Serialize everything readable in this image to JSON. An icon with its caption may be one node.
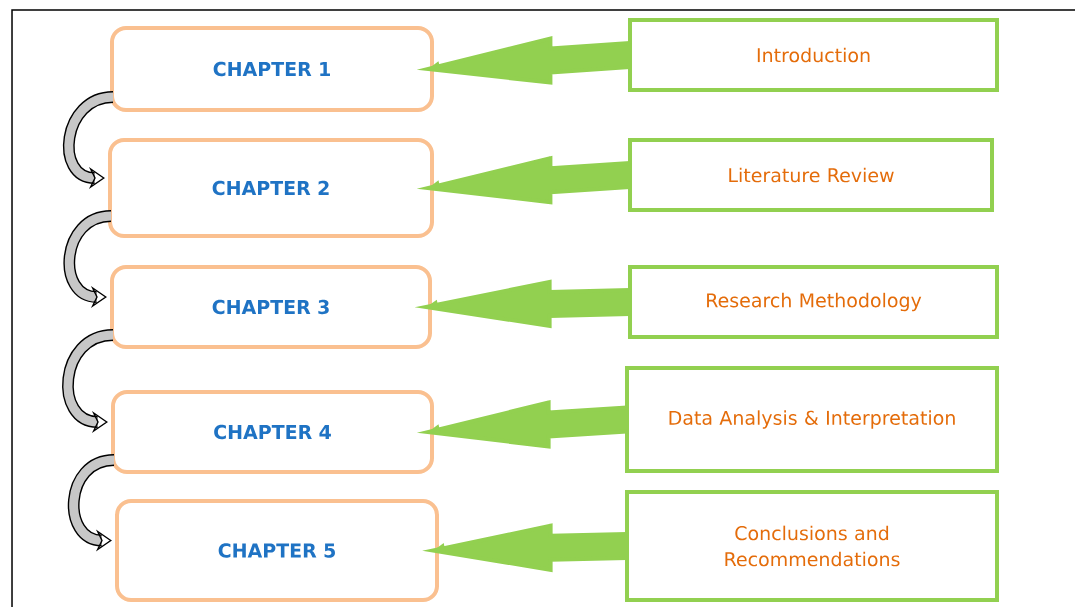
{
  "diagram": {
    "nodes": [
      {
        "text": [
          "CHAPTER 1"
        ]
      },
      {
        "text": [
          "Introduction"
        ]
      },
      {
        "text": [
          "CHAPTER 2"
        ]
      },
      {
        "text": [
          "Literature Review"
        ]
      },
      {
        "text": [
          "CHAPTER 3"
        ]
      },
      {
        "text": [
          "Research Methodology"
        ]
      },
      {
        "text": [
          "CHAPTER 4"
        ]
      },
      {
        "text": [
          "Data Analysis & Interpretation"
        ]
      },
      {
        "text": [
          "CHAPTER 5"
        ]
      },
      {
        "text": [
          "Conclusions and Recommendations"
        ]
      }
    ],
    "edges": [
      {
        "from": 1,
        "to": 0,
        "arrow": "to",
        "color": "#92d050"
      },
      {
        "from": 3,
        "to": 2,
        "arrow": "to",
        "color": "#92d050"
      },
      {
        "from": 5,
        "to": 4,
        "arrow": "to",
        "color": "#92d050"
      },
      {
        "from": 7,
        "to": 6,
        "arrow": "to",
        "color": "#92d050"
      },
      {
        "from": 9,
        "to": 8,
        "arrow": "to",
        "color": "#92d050"
      },
      {
        "from": 0,
        "to": 2,
        "arrow": "to",
        "style": "thick",
        "color": "#000000"
      },
      {
        "from": 2,
        "to": 4,
        "arrow": "to",
        "style": "thick",
        "color": "#000000"
      },
      {
        "from": 4,
        "to": 6,
        "arrow": "to",
        "style": "thick",
        "color": "#000000"
      },
      {
        "from": 6,
        "to": 8,
        "arrow": "to",
        "style": "thick",
        "color": "#000000"
      }
    ]
  }
}
